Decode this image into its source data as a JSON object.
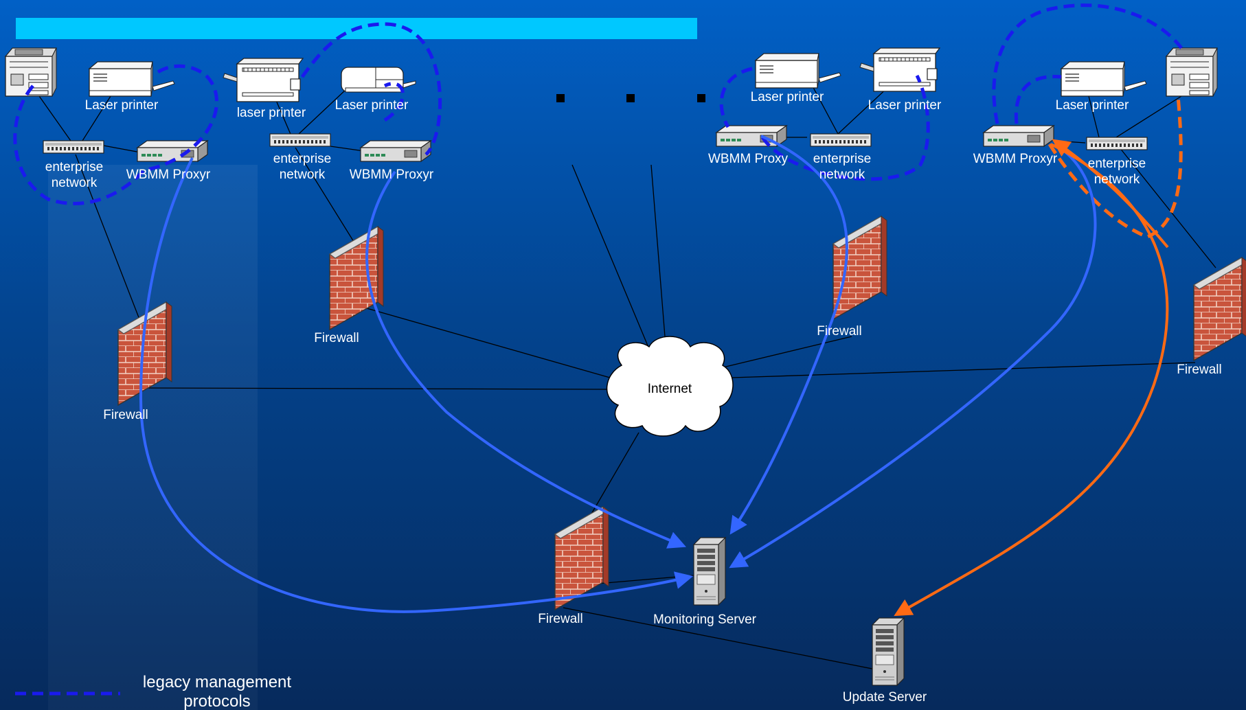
{
  "labels": {
    "laser_printer": "Laser printer",
    "laser_printer_lower": "laser printer",
    "enterprise": "enterprise",
    "network": "network",
    "wbmm_proxyr": "WBMM Proxyr",
    "wbmm_proxy": "WBMM Proxy",
    "firewall": "Firewall",
    "internet": "Internet",
    "monitoring_server": "Monitoring Server",
    "update_server": "Update Server"
  },
  "legend": {
    "line1": "legacy management",
    "line2": "protocols"
  },
  "colors": {
    "title_bar": "#00c8ff",
    "http_arrow": "#3366ff",
    "legacy_dashed": "#1a1aee",
    "update_arrow": "#ff6a14",
    "brick": "#c8553d"
  }
}
